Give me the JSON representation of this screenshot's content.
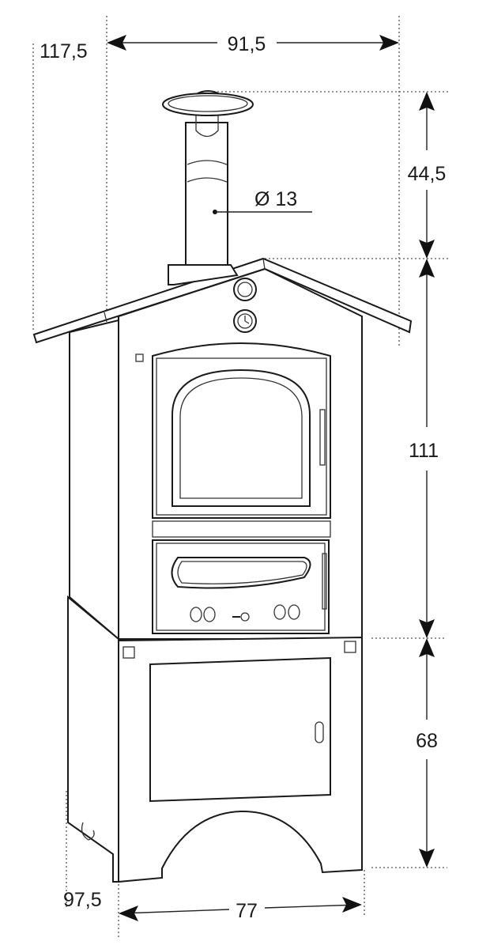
{
  "title": "Oven dimensions diagram",
  "dimensions": {
    "total_depth_top": "117,5",
    "roof_width": "91,5",
    "chimney_height": "44,5",
    "chimney_diameter": "Ø 13",
    "oven_height": "111",
    "base_height": "68",
    "base_depth": "97,5",
    "base_width": "77"
  }
}
